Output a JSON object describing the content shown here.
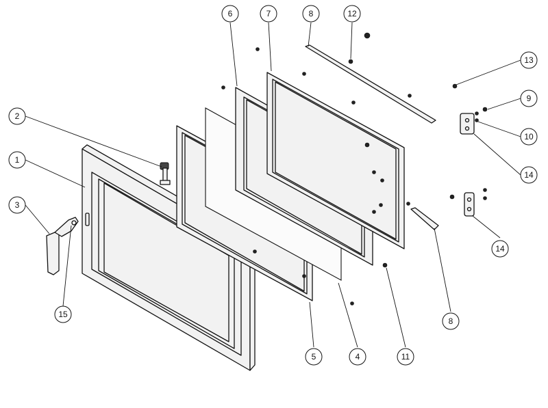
{
  "diagram": {
    "callouts": [
      {
        "id": "1",
        "label": "1"
      },
      {
        "id": "2",
        "label": "2"
      },
      {
        "id": "3",
        "label": "3"
      },
      {
        "id": "4",
        "label": "4"
      },
      {
        "id": "5",
        "label": "5"
      },
      {
        "id": "6",
        "label": "6"
      },
      {
        "id": "7",
        "label": "7"
      },
      {
        "id": "8a",
        "label": "8"
      },
      {
        "id": "8b",
        "label": "8"
      },
      {
        "id": "9",
        "label": "9"
      },
      {
        "id": "10",
        "label": "10"
      },
      {
        "id": "11",
        "label": "11"
      },
      {
        "id": "12",
        "label": "12"
      },
      {
        "id": "13",
        "label": "13"
      },
      {
        "id": "14a",
        "label": "14"
      },
      {
        "id": "14b",
        "label": "14"
      },
      {
        "id": "15",
        "label": "15"
      }
    ]
  }
}
